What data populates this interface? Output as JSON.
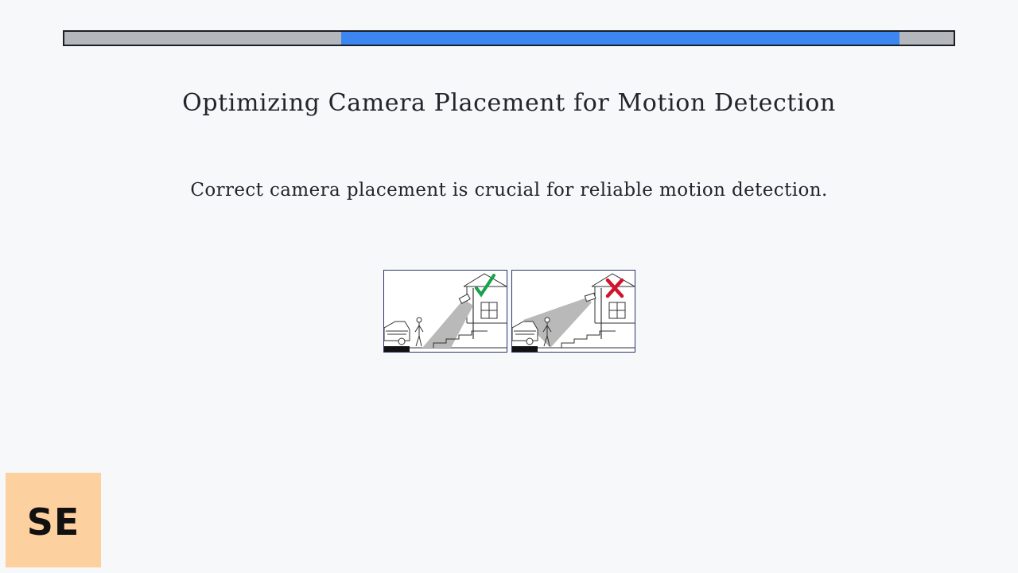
{
  "progress": {
    "start_fraction": 0.311,
    "end_fraction": 0.939
  },
  "slide": {
    "title": "Optimizing Camera Placement for Motion Detection",
    "subtitle": "Correct camera placement is crucial for reliable motion detection."
  },
  "figure": {
    "panels": [
      {
        "kind": "correct",
        "mark_icon": "check-icon",
        "mark_color": "#17a34a"
      },
      {
        "kind": "incorrect",
        "mark_icon": "cross-icon",
        "mark_color": "#d0142c"
      }
    ]
  },
  "logo": {
    "text": "SE",
    "background": "#fdd0a0"
  },
  "colors": {
    "background": "#f6f8f9",
    "progress_track": "#b4b8bc",
    "progress_fill": "#3b86f0",
    "text": "#22262c"
  }
}
